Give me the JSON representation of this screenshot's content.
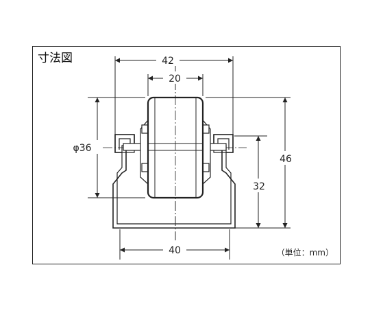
{
  "diagram": {
    "title": "寸法図",
    "unit_note": "（単位：mm）",
    "dimensions": {
      "top_width": "42",
      "wheel_width": "20",
      "diameter": "φ36",
      "height_total": "46",
      "height_rail": "32",
      "bottom_width": "40"
    }
  },
  "colors": {
    "line": "#222222",
    "fill": "#ffffff",
    "background": "#ffffff"
  }
}
